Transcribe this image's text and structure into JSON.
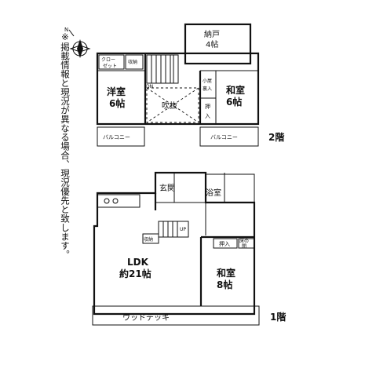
{
  "note": "※掲載情報と現況が異なる場合、現況優先と致します。",
  "compass": {
    "north_label": "N"
  },
  "floors": {
    "second": {
      "label": "2階",
      "rooms": {
        "storage": [
          "納戸",
          "4帖"
        ],
        "closet": [
          "クロー",
          "ゼット"
        ],
        "shuno": "収納",
        "western": [
          "洋室",
          "6帖"
        ],
        "void": "吹抜",
        "washitsu": [
          "和室",
          "6帖"
        ],
        "attic_entry": [
          "小屋",
          "裏入"
        ],
        "oshiire": [
          "押",
          "入"
        ],
        "balcony_left": "バルコニー",
        "balcony_right": "バルコニー",
        "dn": "DN"
      }
    },
    "first": {
      "label": "1階",
      "rooms": {
        "entrance": "玄関",
        "bath": "浴室",
        "ldk": [
          "LDK",
          "約21帖"
        ],
        "shuno": "収納",
        "up": "UP",
        "oshiire": "押入",
        "tokonoma": [
          "床の",
          "間"
        ],
        "washitsu": [
          "和室",
          "8帖"
        ],
        "deck": "ウッドデッキ"
      }
    }
  }
}
